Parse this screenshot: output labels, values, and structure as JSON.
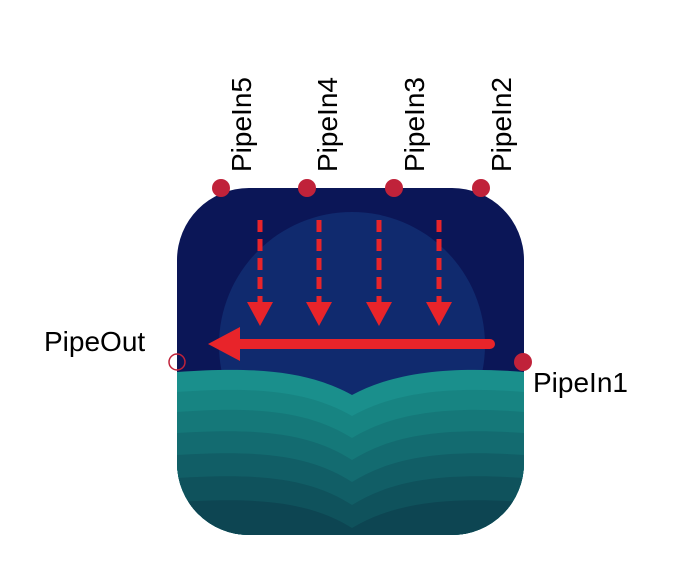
{
  "labels": {
    "pipe_in_5": "PipeIn5",
    "pipe_in_4": "PipeIn4",
    "pipe_in_3": "PipeIn3",
    "pipe_in_2": "PipeIn2",
    "pipe_in_1": "PipeIn1",
    "pipe_out": "PipeOut"
  },
  "colors": {
    "tank_background": "#0b1657",
    "tank_inner_glow": "#102a6e",
    "connector": "#c0223a",
    "flow_arrow": "#e8242a",
    "water_top": "#1a8f8c",
    "water_band_2": "#178482",
    "water_band_3": "#157879",
    "water_band_4": "#136b70",
    "water_band_5": "#115e66",
    "water_band_6": "#0f525c",
    "water_bottom": "#0d4552"
  },
  "icon_names": {
    "tank": "tank-icon",
    "water": "water-waves",
    "inflow": "inflow-arrow",
    "outflow": "outflow-arrow"
  }
}
